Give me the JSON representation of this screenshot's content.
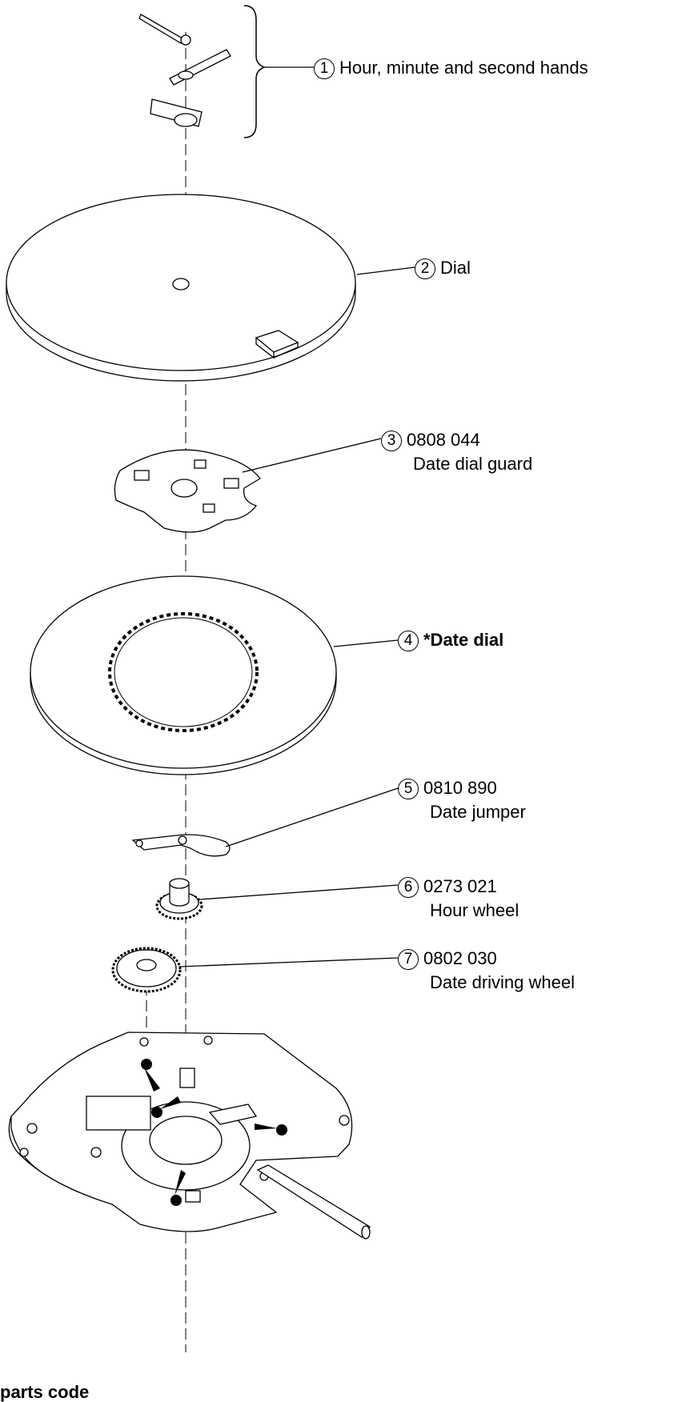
{
  "parts": [
    {
      "num": "1",
      "code": "",
      "name": "Hour, minute and second hands"
    },
    {
      "num": "2",
      "code": "",
      "name": "Dial"
    },
    {
      "num": "3",
      "code": "0808 044",
      "name": "Date dial guard"
    },
    {
      "num": "4",
      "code": "",
      "name": "*Date dial"
    },
    {
      "num": "5",
      "code": "0810 890",
      "name": "Date jumper"
    },
    {
      "num": "6",
      "code": "0273 021",
      "name": "Hour wheel"
    },
    {
      "num": "7",
      "code": "0802 030",
      "name": "Date driving wheel"
    }
  ],
  "footer": {
    "partial_text": "parts code"
  }
}
